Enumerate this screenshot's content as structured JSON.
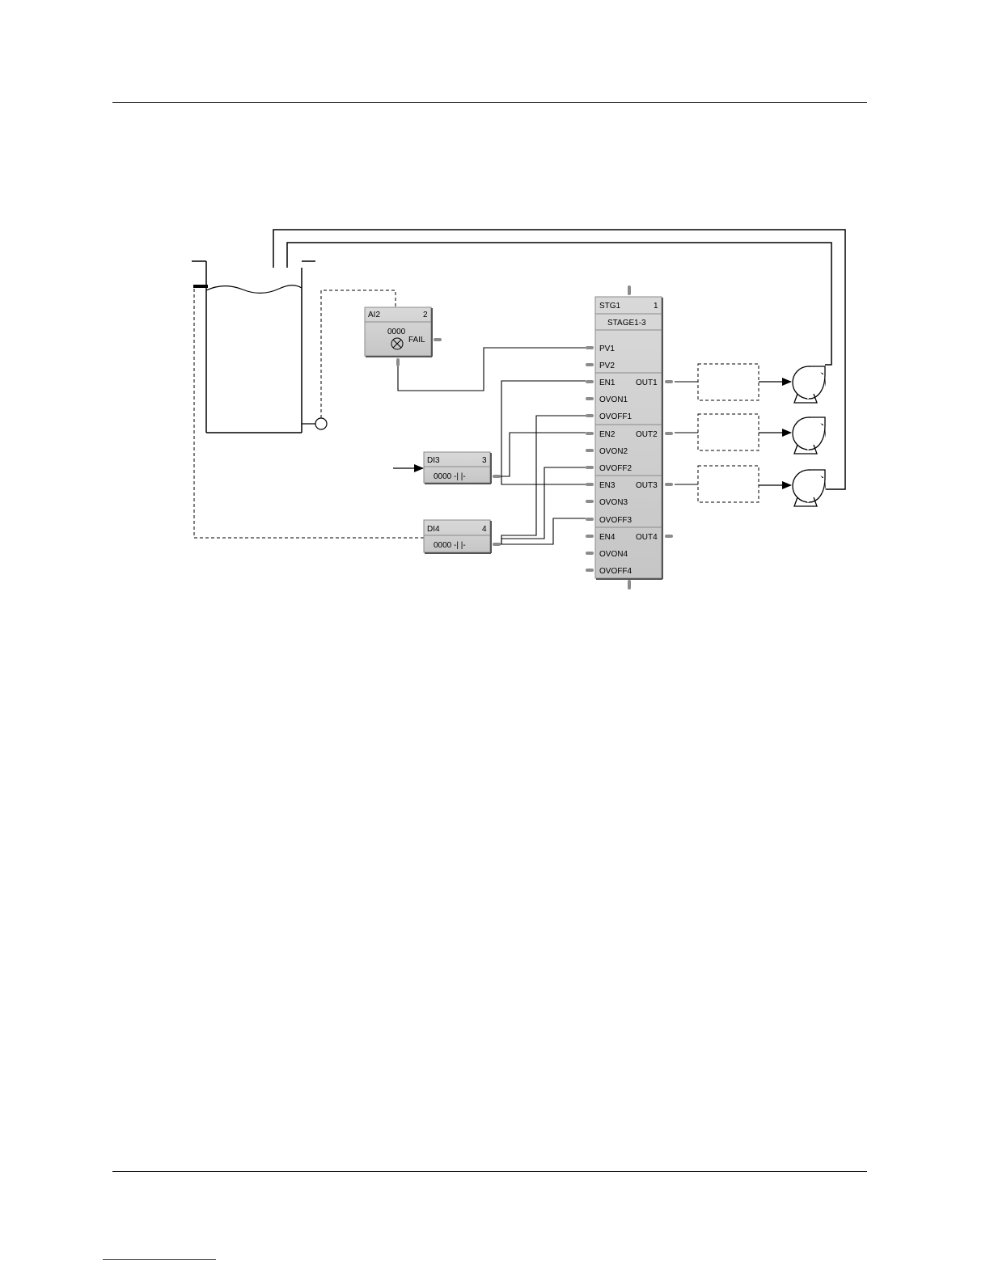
{
  "diagram": {
    "ai_block": {
      "tag": "AI2",
      "number": "2",
      "value": "0000",
      "fail_label": "FAIL"
    },
    "di3_block": {
      "tag": "DI3",
      "number": "3",
      "value": "0000 -| |-"
    },
    "di4_block": {
      "tag": "DI4",
      "number": "4",
      "value": "0000 -| |-"
    },
    "stage_block": {
      "tag": "STG1",
      "number": "1",
      "name": "STAGE1-3",
      "pins": [
        "PV1",
        "PV2",
        "EN1",
        "OVON1",
        "OVOFF1",
        "EN2",
        "OVON2",
        "OVOFF2",
        "EN3",
        "OVON3",
        "OVOFF3",
        "EN4",
        "OVON4",
        "OVOFF4"
      ],
      "outputs": [
        "OUT1",
        "OUT2",
        "OUT3",
        "OUT4"
      ]
    }
  }
}
